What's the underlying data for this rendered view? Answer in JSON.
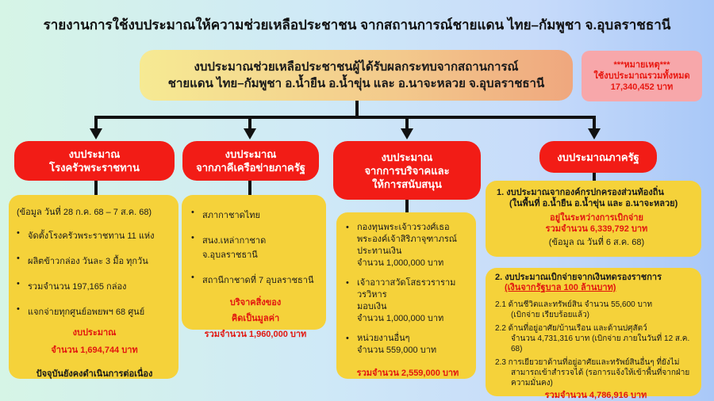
{
  "title": "รายงานการใช้งบประมาณให้ความช่วยเหลือประชาชน จากสถานการณ์ชายแดน ไทย–กัมพูชา จ.อุบลราชธานี",
  "main": {
    "line1": "งบประมาณช่วยเหลือประชาชนผู้ได้รับผลกระทบจากสถานการณ์",
    "line2": "ชายแดน ไทย–กัมพูชา  อ.น้ำยืน อ.น้ำขุ่น และ อ.นาจะหลวย  จ.อุบลราชธานี"
  },
  "note": {
    "label": "***หมายเหตุ***",
    "line1": "ใช้งบประมาณรวมทั้งหมด",
    "total": "17,340,452 บาท"
  },
  "col1": {
    "head1": "งบประมาณ",
    "head2": "โรงครัวพระราชทาน",
    "date": "(ข้อมูล วันที่ 28 ก.ค. 68 – 7 ส.ค. 68)",
    "items": [
      "จัดตั้งโรงครัวพระราชทาน 11 แห่ง",
      "ผลิตข้าวกล่อง วันละ 3 มื้อ ทุกวัน",
      "รวมจำนวน 197,165 กล่อง",
      "แจกจ่ายทุกศูนย์อพยพฯ 68 ศูนย์"
    ],
    "budget_label": "งบประมาณ",
    "budget_amount": "จำนวน 1,694,744 บาท",
    "status": "ปัจจุบันยังคงดำเนินการต่อเนื่อง"
  },
  "col2": {
    "head1": "งบประมาณ",
    "head2": "จากภาคีเครือข่ายภาครัฐ",
    "items": [
      "สภากาชาดไทย",
      "สนง.เหล่ากาชาด จ.อุบลราชธานี",
      "สถานีกาชาดที่ 7 อุบลราชธานี"
    ],
    "donate1": "บริจาคสิ่งของ",
    "donate2": "คิดเป็นมูลค่า",
    "total": "รวมจำนวน 1,960,000 บาท"
  },
  "col3": {
    "head1": "งบประมาณ",
    "head2": "จากการบริจาคและ",
    "head3": "ให้การสนับสนุน",
    "items": [
      {
        "l1": "กองทุนพระเจ้าวรวงศ์เธอ",
        "l2": "พระองค์เจ้าสิริภาจุฑาภรณ์",
        "l3": "ประทานเงิน",
        "amount": "จำนวน 1,000,000 บาท"
      },
      {
        "l1": "เจ้าอาวาสวัดโสธรวรารามวรวิหาร",
        "l2": "มอบเงิน",
        "l3": "",
        "amount": "จำนวน 1,000,000 บาท"
      },
      {
        "l1": "หน่วยงานอื่นๆ",
        "l2": "",
        "l3": "",
        "amount": "จำนวน 559,000 บาท"
      }
    ],
    "total": "รวมจำนวน 2,559,000 บาท"
  },
  "col4": {
    "head": "งบประมาณภาครัฐ",
    "local": {
      "line1": "1.  งบประมาณจากองค์กรปกครองส่วนท้องถิ่น",
      "line2": "(ในพื้นที่ อ.น้ำยืน อ.น้ำขุ่น และ อ.นาจะหลวย)",
      "status": "อยู่ในระหว่างการเบิกจ่าย",
      "total": "รวมจำนวน 6,339,792 บาท",
      "date": "(ข้อมูล ณ วันที่ 6 ส.ค. 68)"
    },
    "central": {
      "line1": "2. งบประมาณเบิกจ่ายจากเงินทดรองราชการ",
      "line2": "(เงินจากรัฐบาล 100 ล้านบาท)",
      "items": [
        {
          "l1": "2.1 ด้านชีวิตและทรัพย์สิน จำนวน 55,600 บาท",
          "l2": "(เบิกจ่าย เรียบร้อยแล้ว)"
        },
        {
          "l1": "2.2 ด้านที่อยู่อาศัย/บ้านเรือน และด้านปศุสัตว์",
          "l2": "จำนวน 4,731,316 บาท (เบิกจ่าย ภายในวันที่ 12 ส.ค. 68)"
        },
        {
          "l1": "2.3 การเยียวยาด้านที่อยู่อาศัยและทรัพย์สินอื่นๆ ที่ยังไม่",
          "l2": "สามารถเข้าสำรวจได้ (รอการแจ้งให้เข้าพื้นที่จากฝ่าย",
          "l3": "ความมั่นคง)"
        }
      ],
      "total": "รวมจำนวน 4,786,916 บาท"
    }
  }
}
